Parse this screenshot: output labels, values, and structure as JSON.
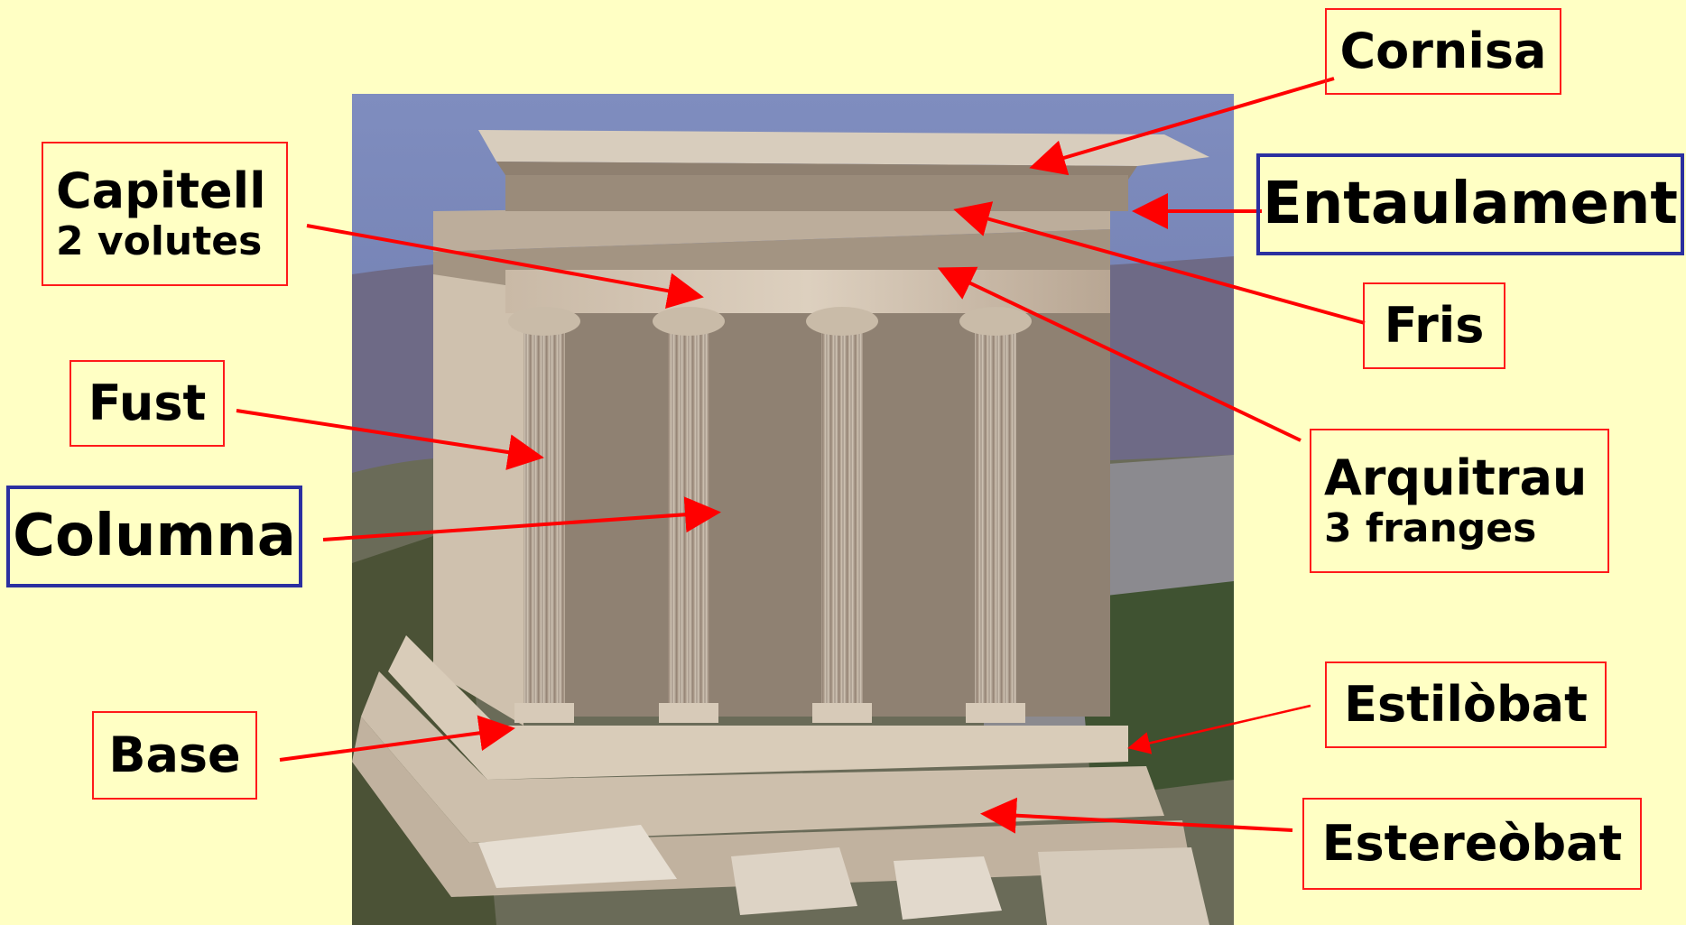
{
  "labels": {
    "cornisa": "Cornisa",
    "entaulament": "Entaulament",
    "fris": "Fris",
    "arquitrau": "Arquitrau",
    "arquitrau_sub": "3 franges",
    "estilobat": "Estilòbat",
    "estereobat": "Estereòbat",
    "capitell": "Capitell",
    "capitell_sub": "2 volutes",
    "fust": "Fust",
    "columna": "Columna",
    "base": "Base"
  },
  "colors": {
    "background": "#ffffc4",
    "label_border": "#ff1a1a",
    "group_border": "#2b2fa0",
    "arrow": "#ff0000"
  },
  "photo": {
    "subject": "Ionic temple with four fluted columns on a stepped platform"
  }
}
